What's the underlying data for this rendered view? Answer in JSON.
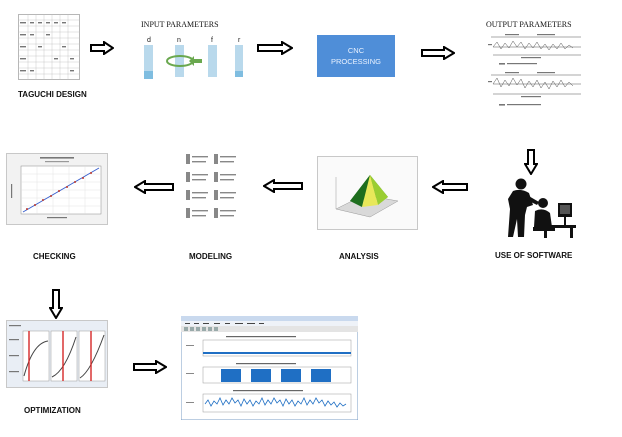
{
  "steps": {
    "taguchi": "TAGUCHI DESIGN",
    "input": "INPUT PARAMETERS",
    "input_symbols": [
      "d",
      "n",
      "f",
      "r"
    ],
    "cnc_line1": "CNC",
    "cnc_line2": "PROCESSING",
    "output": "OUTPUT PARAMETERS",
    "software": "USE OF SOFTWARE",
    "analysis": "ANALYSIS",
    "modeling": "MODELING",
    "checking": "CHECKING",
    "optimization": "OPTIMIZATION"
  },
  "colors": {
    "cnc_box": "#4f8ed8",
    "arrow_fill": "#ffffff",
    "arrow_stroke": "#000000",
    "software_bars": "#1f6fc4"
  }
}
